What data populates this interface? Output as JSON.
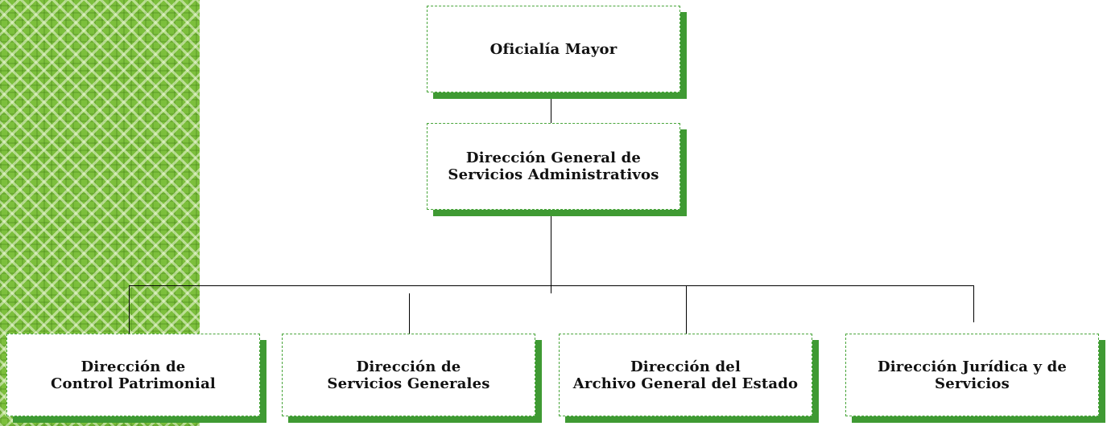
{
  "colors": {
    "accent": "#3f9a33",
    "pattern": "#7cbf3c"
  },
  "nodes": {
    "oficialia": "Oficialía Mayor",
    "dgsa": "Dirección General de\nServicios Administrativos",
    "control_patrimonial": "Dirección de\nControl Patrimonial",
    "servicios_generales": "Dirección de\nServicios Generales",
    "archivo": "Dirección del\nArchivo General del Estado",
    "juridica": "Dirección Jurídica y de\nServicios"
  }
}
